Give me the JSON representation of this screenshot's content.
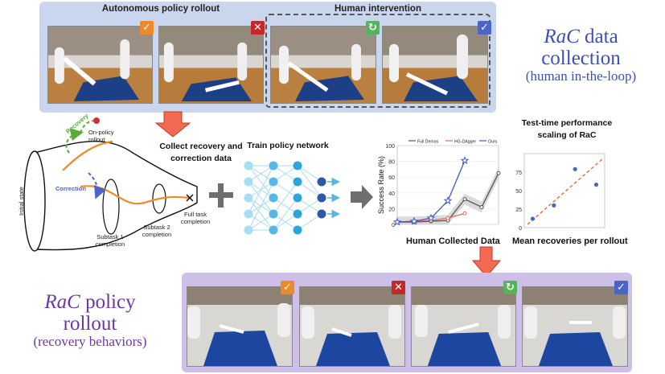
{
  "top": {
    "autonomous_header": "Autonomous policy rollout",
    "human_header": "Human intervention",
    "badge_check": "✓",
    "badge_cross": "✕",
    "badge_repeat": "↻"
  },
  "rac_collection": {
    "title_italic": "RaC",
    "title_rest": " data",
    "line2": "collection",
    "line3": "(human in-the-loop)"
  },
  "rac_policy": {
    "title_italic": "RaC",
    "title_rest": " policy",
    "line2": "rollout",
    "line3": "(recovery behaviors)"
  },
  "diagram": {
    "recovery": "Recovery",
    "on_policy_1": "On-policy",
    "on_policy_2": "rollout",
    "correction": "Correction",
    "initial_state": "Initial state",
    "subtask1_1": "Subtask 1",
    "subtask1_2": "completion",
    "subtask2_1": "Subtask 2",
    "subtask2_2": "completion",
    "full_1": "Full task",
    "full_2": "completion"
  },
  "steps": {
    "collect_1": "Collect recovery and",
    "collect_2": "correction data",
    "train": "Train policy network",
    "plus": "+"
  },
  "chart_data": [
    {
      "type": "line",
      "ylabel": "Success Rate (%)",
      "xlabel": "Human Collected Data",
      "ylim": [
        0,
        100
      ],
      "yticks": [
        0,
        20,
        40,
        60,
        80,
        100
      ],
      "x": [
        1,
        2,
        3,
        4,
        5,
        6,
        7
      ],
      "series": [
        {
          "name": "Full Demos",
          "color": "#555555",
          "values": [
            3,
            3,
            4,
            5,
            32,
            22,
            65
          ]
        },
        {
          "name": "HG-DAgger",
          "color": "#e36a5a",
          "values": [
            3,
            4,
            5,
            8,
            14,
            null,
            null
          ]
        },
        {
          "name": "Ours",
          "color": "#3f59c8",
          "values": [
            3,
            4,
            8,
            30,
            81,
            null,
            null
          ]
        }
      ]
    },
    {
      "type": "scatter",
      "title_1": "Test-time performance",
      "title_2": "scaling of RaC",
      "xlabel": "Mean recoveries per rollout",
      "ylim": [
        0,
        100
      ],
      "yticks": [
        0,
        25,
        50,
        75
      ],
      "x": [
        1,
        2,
        3,
        4
      ],
      "values": [
        12,
        30,
        79,
        58
      ],
      "point_color": "#4a64c8",
      "trend_color": "#e86a3a"
    }
  ]
}
